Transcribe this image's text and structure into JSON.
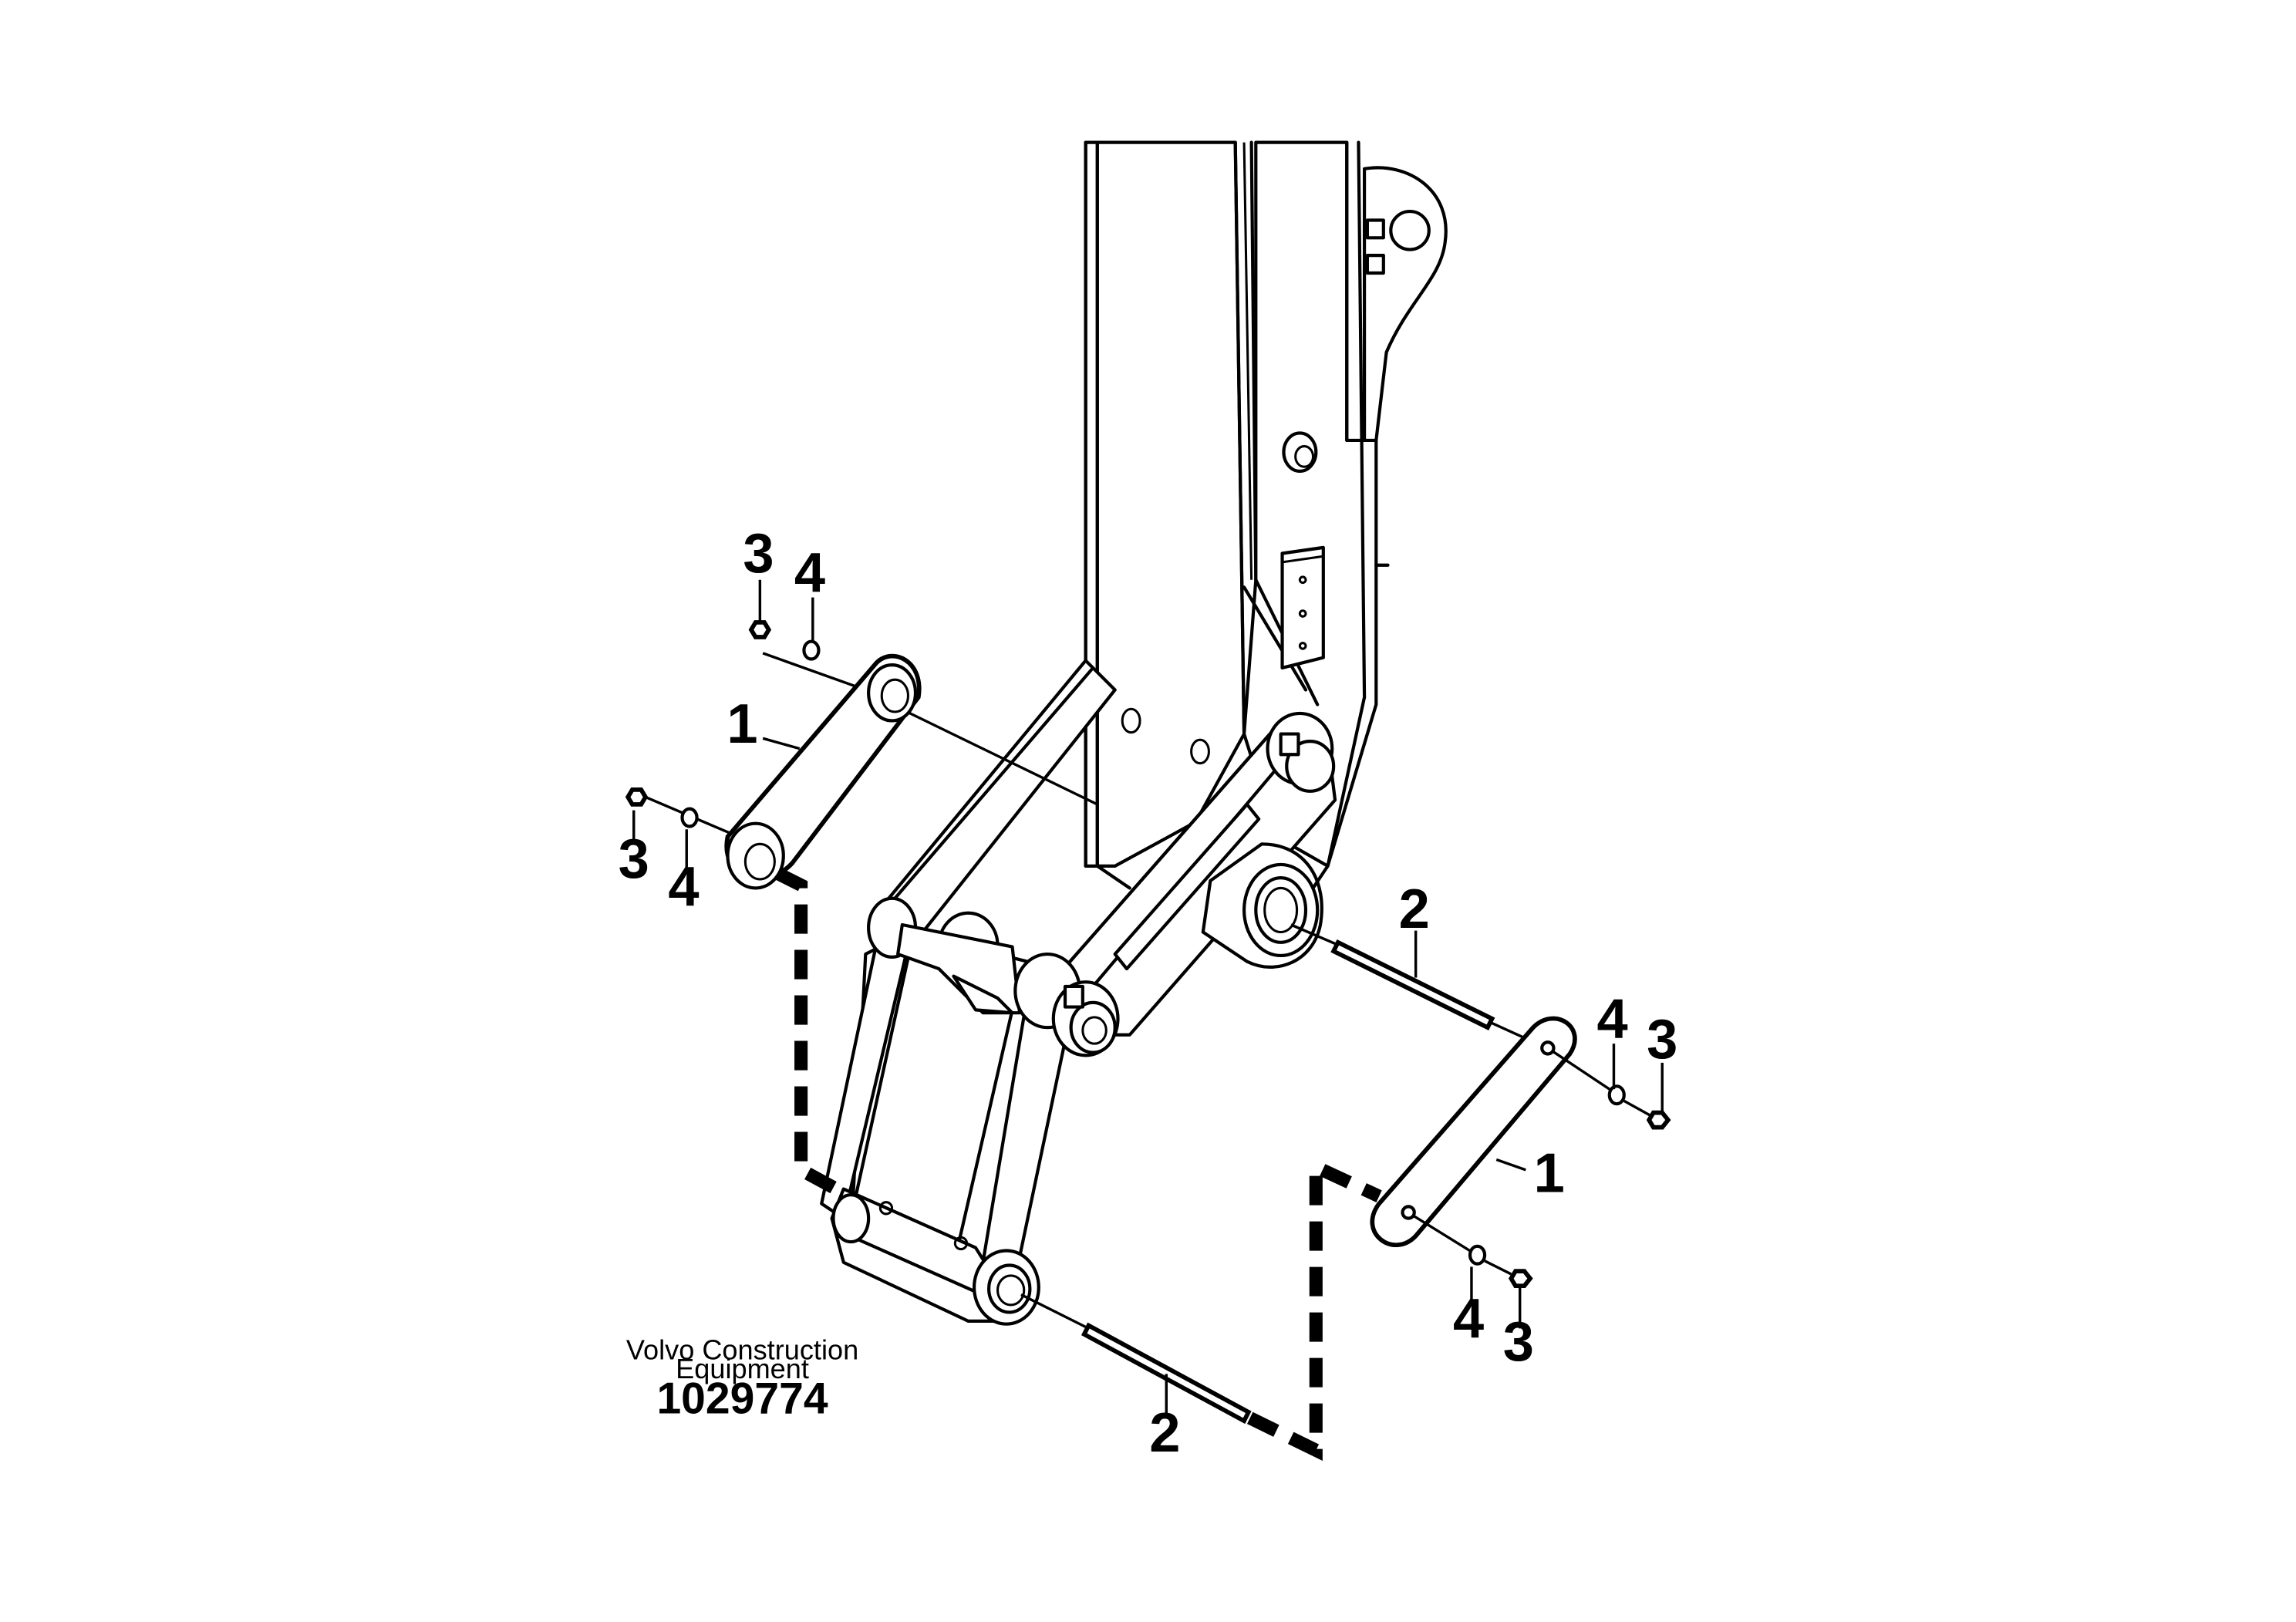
{
  "brand": {
    "line1": "Volvo Construction",
    "line2": "Equipment"
  },
  "illustration_number": "1029774",
  "callouts": {
    "c1_left": "1",
    "c1_right": "1",
    "c2_upper": "2",
    "c2_lower": "2",
    "c3_a": "3",
    "c3_b": "3",
    "c3_c": "3",
    "c3_d": "3",
    "c4_a": "4",
    "c4_b": "4",
    "c4_c": "4",
    "c4_d": "4"
  }
}
